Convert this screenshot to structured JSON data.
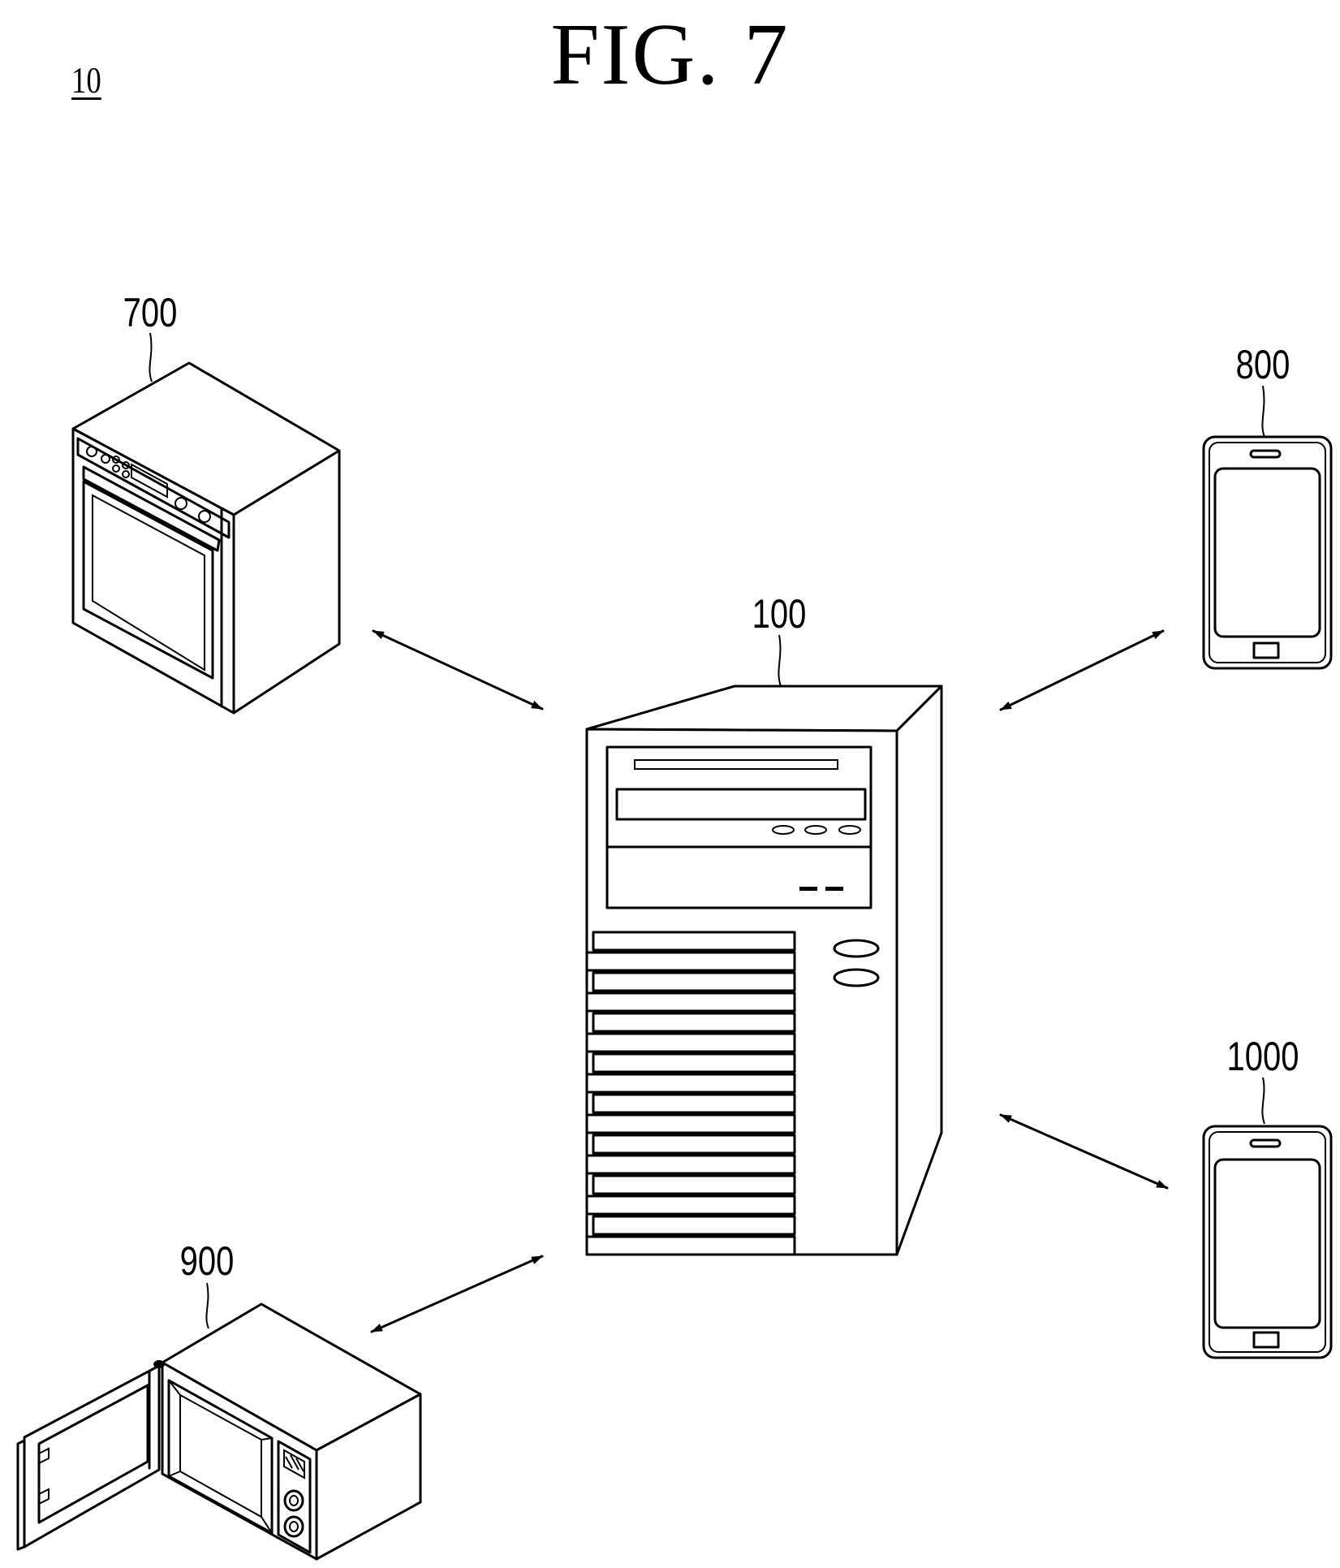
{
  "figure": {
    "title": "FIG. 7",
    "system_ref": "10"
  },
  "nodes": {
    "oven": {
      "ref": "700"
    },
    "phone_a": {
      "ref": "800"
    },
    "server": {
      "ref": "100"
    },
    "phone_b": {
      "ref": "1000"
    },
    "microwave": {
      "ref": "900"
    }
  }
}
